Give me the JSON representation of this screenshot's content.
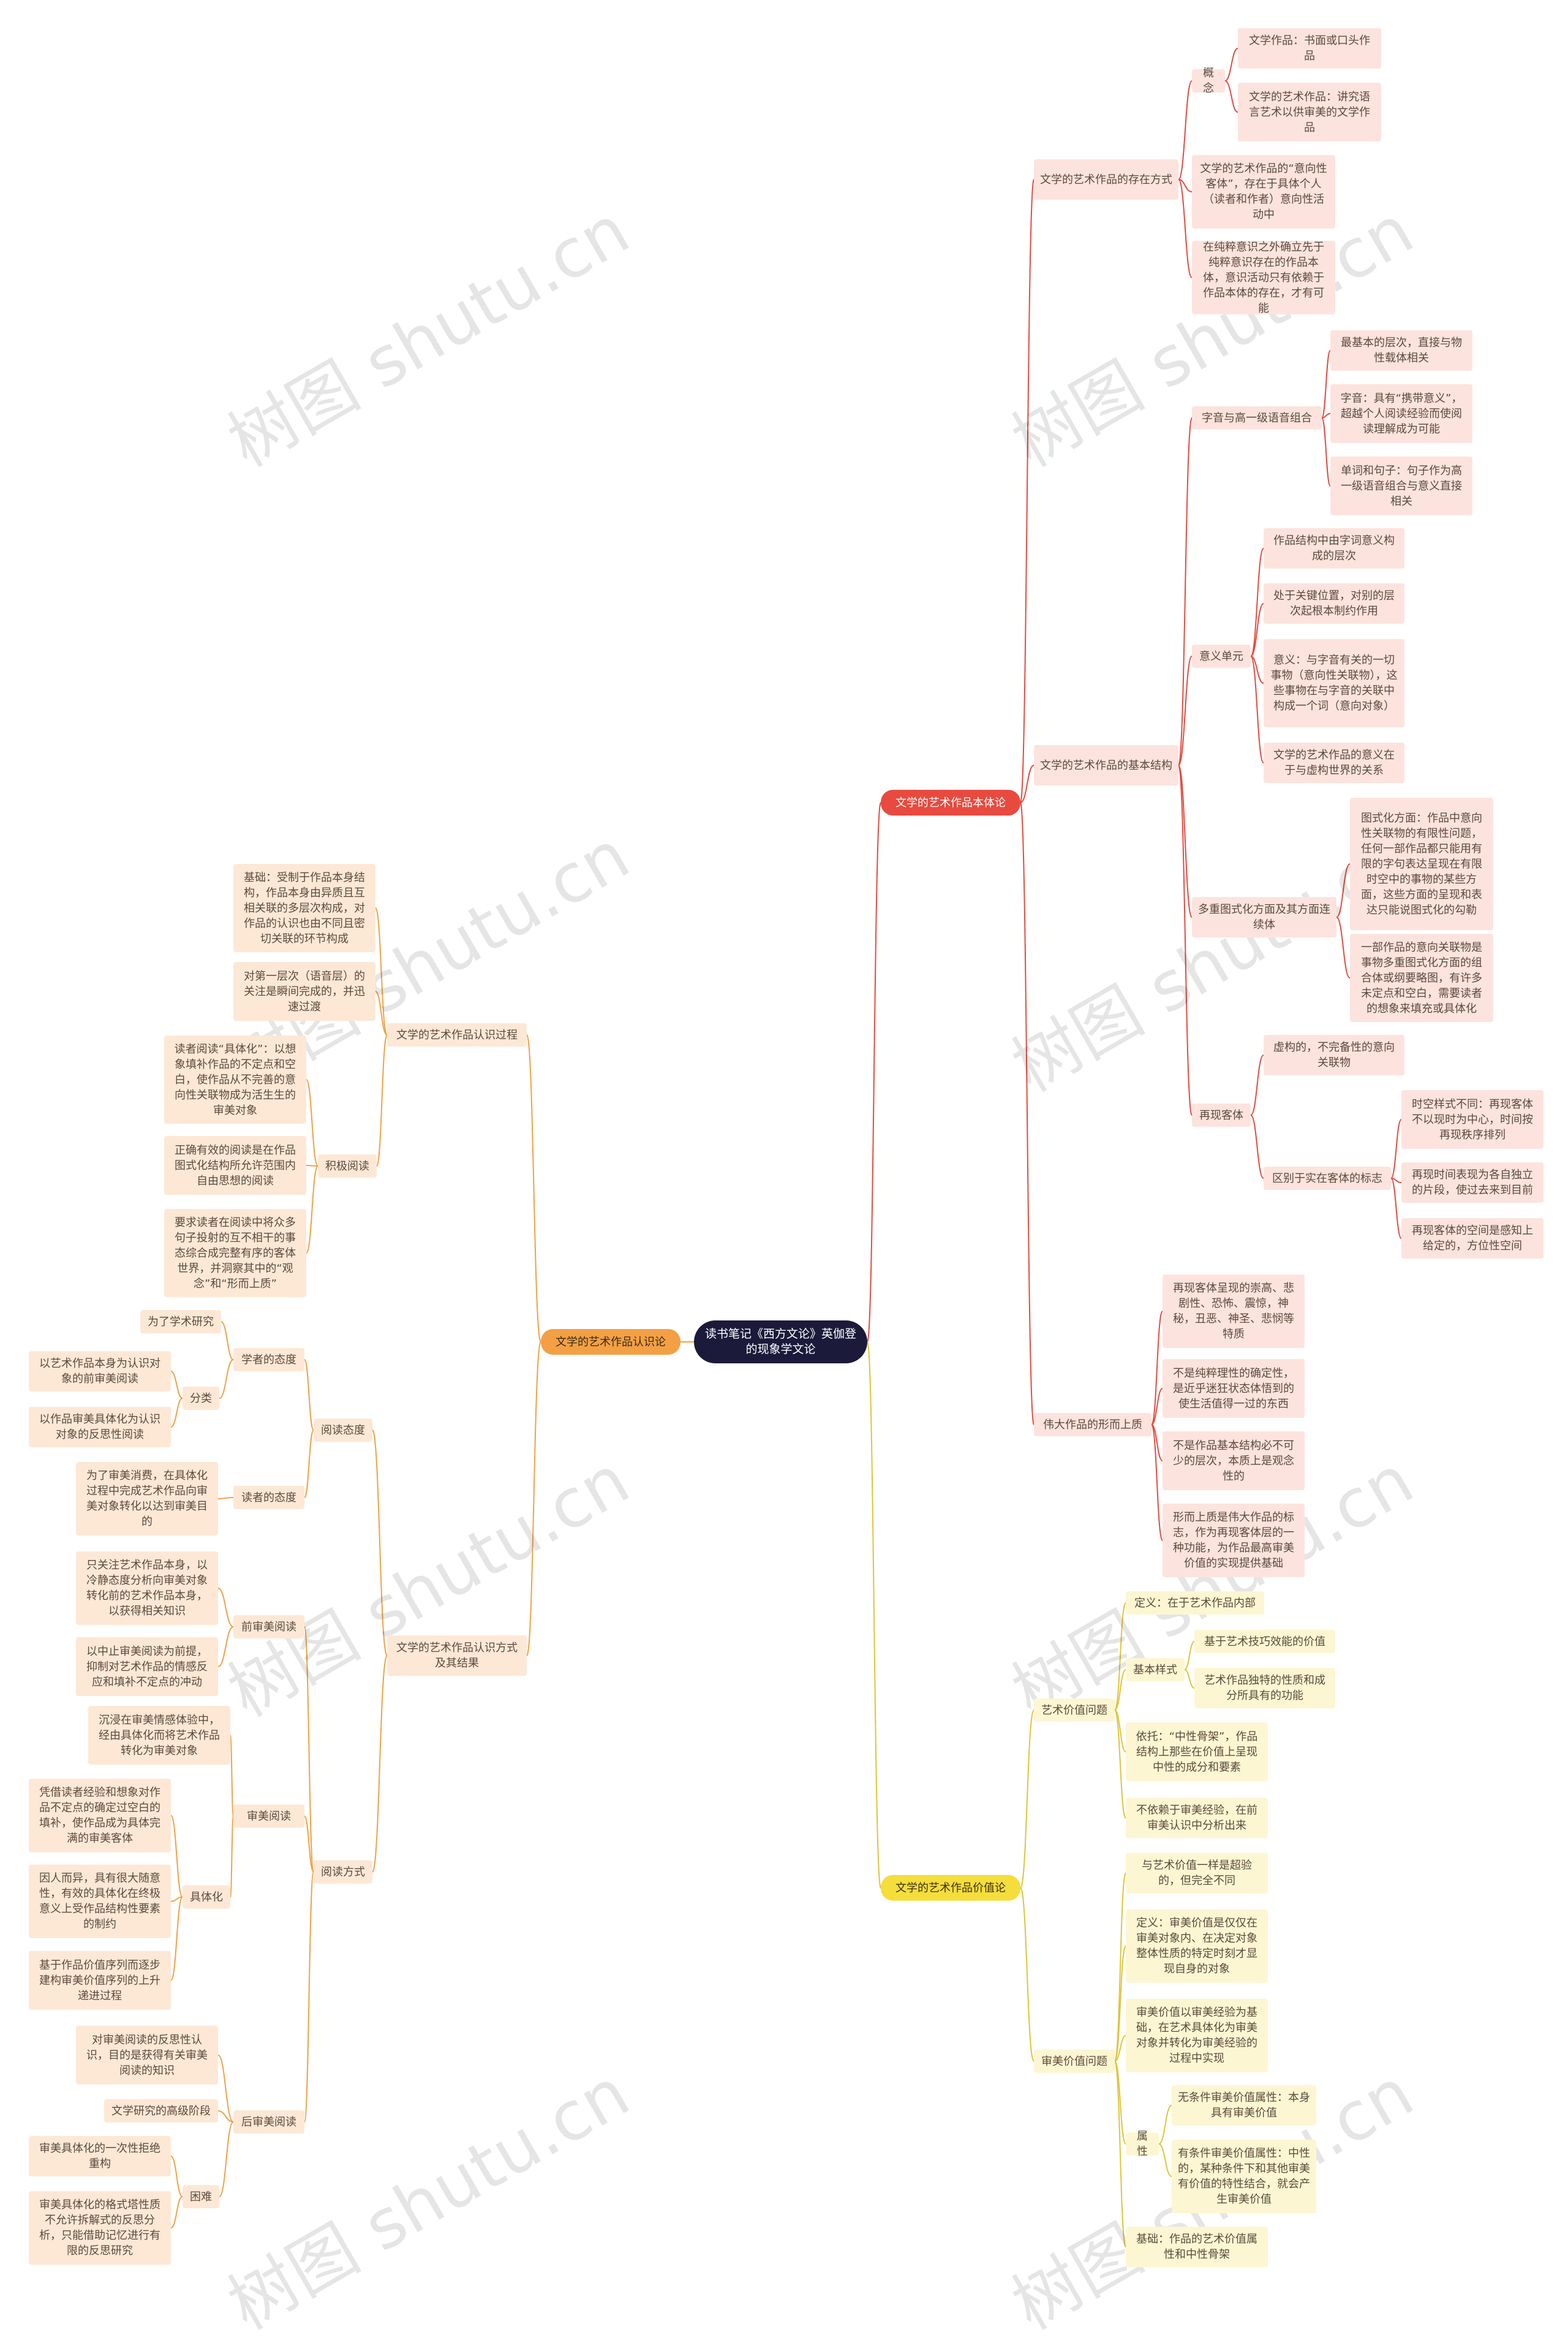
{
  "root": "读书笔记《西方文论》英伽登的现象学文论",
  "watermark": "树图 shutu.cn",
  "colors": {
    "red": "#e84a3f",
    "orange": "#f3a045",
    "yellow": "#e0c43a",
    "root": "#1c1a3a"
  },
  "branches": {
    "ontology": {
      "label": "文学的艺术作品本体论",
      "existence": {
        "label": "文学的艺术作品的存在方式",
        "concept": {
          "label": "概念",
          "items": [
            "文学作品：书面或口头作品",
            "文学的艺术作品：讲究语言艺术以供审美的文学作品"
          ]
        },
        "items": [
          "文学的艺术作品的“意向性客体”，存在于具体个人（读者和作者）意向性活动中",
          "在纯粹意识之外确立先于纯粹意识存在的作品本体，意识活动只有依赖于作品本体的存在，才有可能"
        ]
      },
      "structure": {
        "label": "文学的艺术作品的基本结构",
        "phonetic": {
          "label": "字音与高一级语音组合",
          "items": [
            "最基本的层次，直接与物性载体相关",
            "字音：具有“携带意义”，超越个人阅读经验而使阅读理解成为可能",
            "单词和句子：句子作为高一级语音组合与意义直接相关"
          ]
        },
        "meaning": {
          "label": "意义单元",
          "items": [
            "作品结构中由字词意义构成的层次",
            "处于关键位置，对别的层次起根本制约作用",
            "意义：与字音有关的一切事物（意向性关联物），这些事物在与字音的关联中构成一个词（意向对象）",
            "文学的艺术作品的意义在于与虚构世界的关系"
          ]
        },
        "schema": {
          "label": "多重图式化方面及其方面连续体",
          "items": [
            "图式化方面：作品中意向性关联物的有限性问题，任何一部作品都只能用有限的字句表达呈现在有限时空中的事物的某些方面，这些方面的呈现和表达只能说图式化的勾勒",
            "一部作品的意向关联物是事物多重图式化方面的组合体或纲要略图，有许多未定点和空白，需要读者的想象来填充或具体化"
          ]
        },
        "represented": {
          "label": "再现客体",
          "item": "虚构的，不完备性的意向关联物",
          "diff": {
            "label": "区别于实在客体的标志",
            "items": [
              "时空样式不同：再现客体不以现时为中心，时间按再现秩序排列",
              "再现时间表现为各自独立的片段，使过去来到目前",
              "再现客体的空间是感知上给定的，方位性空间"
            ]
          }
        }
      },
      "great": {
        "label": "伟大作品的形而上质",
        "items": [
          "再现客体呈现的崇高、悲剧性、恐怖、震惊，神秘，丑恶、神圣、悲悯等特质",
          "不是纯粹理性的确定性，是近乎迷狂状态体悟到的使生活值得一过的东西",
          "不是作品基本结构必不可少的层次，本质上是观念性的",
          "形而上质是伟大作品的标志，作为再现客体层的一种功能，为作品最高审美价值的实现提供基础"
        ]
      }
    },
    "cognition": {
      "label": "文学的艺术作品认识论",
      "process": {
        "label": "文学的艺术作品认识过程",
        "items": [
          "基础：受制于作品本身结构，作品本身由异质且互相关联的多层次构成，对作品的认识也由不同且密切关联的环节构成",
          "对第一层次（语音层）的关注是瞬间完成的，并迅速过渡"
        ],
        "active": {
          "label": "积极阅读",
          "items": [
            "读者阅读“具体化”：以想象填补作品的不定点和空白，使作品从不完善的意向性关联物成为活生生的审美对象",
            "正确有效的阅读是在作品图式化结构所允许范围内自由思想的阅读",
            "要求读者在阅读中将众多句子投射的互不相干的事态综合成完整有序的客体世界，并洞察其中的“观念”和“形而上质”"
          ]
        }
      },
      "method": {
        "label": "文学的艺术作品认识方式及其结果",
        "attitude": {
          "label": "阅读态度",
          "scholar": {
            "label": "学者的态度",
            "research": "为了学术研究",
            "classify": {
              "label": "分类",
              "items": [
                "以艺术作品本身为认识对象的前审美阅读",
                "以作品审美具体化为认识对象的反思性阅读"
              ]
            }
          },
          "reader": {
            "label": "读者的态度",
            "item": "为了审美消费，在具体化过程中完成艺术作品向审美对象转化以达到审美目的"
          }
        },
        "mode": {
          "label": "阅读方式",
          "pre": {
            "label": "前审美阅读",
            "items": [
              "只关注艺术作品本身，以冷静态度分析向审美对象转化前的艺术作品本身，以获得相关知识",
              "以中止审美阅读为前提，抑制对艺术作品的情感反应和填补不定点的冲动"
            ]
          },
          "aes": {
            "label": "审美阅读",
            "item": "沉浸在审美情感体验中，经由具体化而将艺术作品转化为审美对象",
            "concrete": {
              "label": "具体化",
              "items": [
                "凭借读者经验和想象对作品不定点的确定过空白的填补，使作品成为具体完满的审美客体",
                "因人而异，具有很大随意性，有效的具体化在终极意义上受作品结构性要素的制约",
                "基于作品价值序列而逐步建构审美价值序列的上升递进过程"
              ]
            }
          },
          "post": {
            "label": "后审美阅读",
            "items": [
              "对审美阅读的反思性认识，目的是获得有关审美阅读的知识",
              "文学研究的高级阶段"
            ],
            "difficulty": {
              "label": "困难",
              "items": [
                "审美具体化的一次性拒绝重构",
                "审美具体化的格式塔性质不允许拆解式的反思分析，只能借助记忆进行有限的反思研究"
              ]
            }
          }
        }
      }
    },
    "value": {
      "label": "文学的艺术作品价值论",
      "artistic": {
        "label": "艺术价值问题",
        "definition": "定义：在于艺术作品内部",
        "basic": {
          "label": "基本样式",
          "items": [
            "基于艺术技巧效能的价值",
            "艺术作品独特的性质和成分所具有的功能"
          ]
        },
        "items": [
          "依托：“中性骨架”，作品结构上那些在价值上呈现中性的成分和要素",
          "不依赖于审美经验，在前审美认识中分析出来"
        ]
      },
      "aesthetic": {
        "label": "审美价值问题",
        "items": [
          "与艺术价值一样是超验的，但完全不同",
          "定义：审美价值是仅仅在审美对象内、在决定对象整体性质的特定时刻才显现自身的对象",
          "审美价值以审美经验为基础，在艺术具体化为审美对象并转化为审美经验的过程中实现"
        ],
        "attr": {
          "label": "属性",
          "items": [
            "无条件审美价值属性：本身具有审美价值",
            "有条件审美价值属性：中性的，某种条件下和其他审美有价值的特性结合，就会产生审美价值"
          ]
        },
        "basis": "基础：作品的艺术价值属性和中性骨架"
      }
    }
  }
}
